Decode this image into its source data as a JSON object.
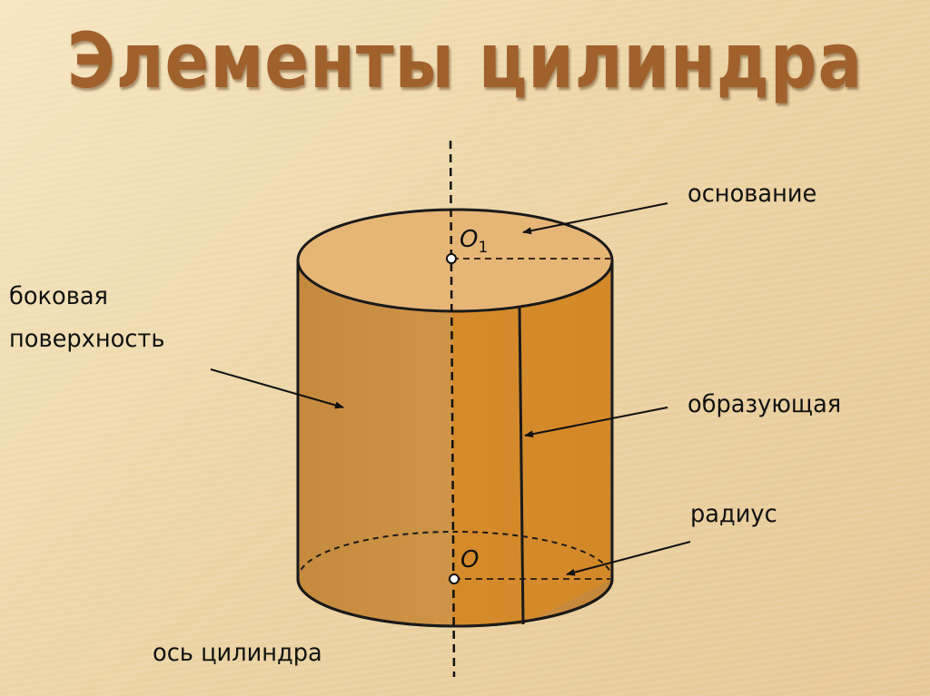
{
  "title": "Элементы цилиндра",
  "labels": {
    "base": "основание",
    "lateral_line1": "боковая",
    "lateral_line2": "поверхность",
    "generatrix": "образующая",
    "radius": "радиус",
    "axis": "ось цилиндра"
  },
  "points": {
    "top_center": "O",
    "top_center_subscript": "1",
    "bottom_center": "O"
  },
  "colors": {
    "title": "#a0612c",
    "cylinder_body": "#c98a3a",
    "cylinder_top": "#e8b878",
    "axial_section": "#d4892a",
    "outline": "#1a1a1a"
  }
}
